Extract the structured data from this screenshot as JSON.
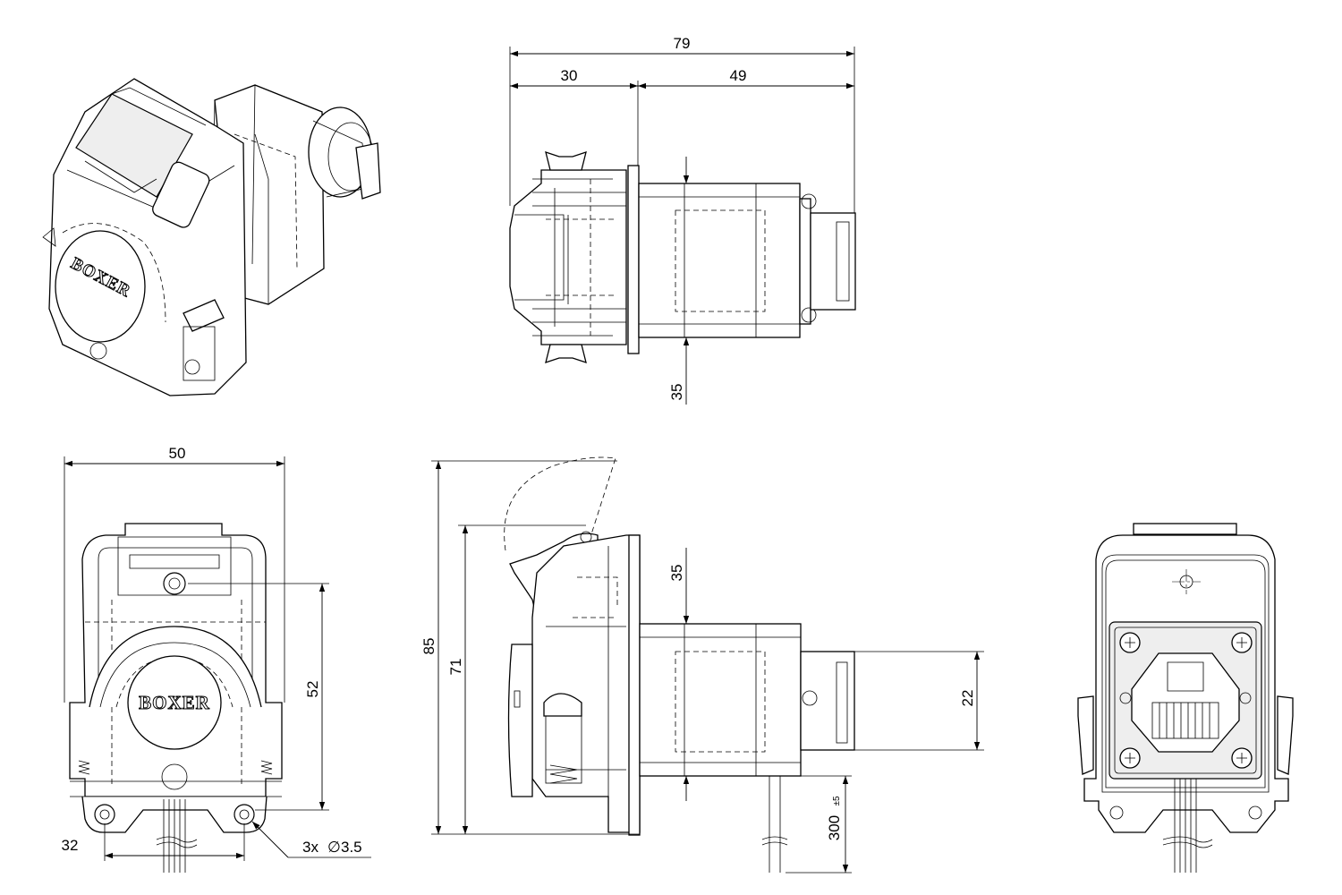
{
  "brand_label": "BOXER",
  "dimensions": {
    "overall_length": "79",
    "head_length": "30",
    "motor_length": "49",
    "motor_height_top": "35",
    "overall_width": "50",
    "mount_height": "52",
    "hole_spacing": "32",
    "hole_callout_count": "3x",
    "hole_callout_symbol": "∅",
    "hole_callout_diameter": "3.5",
    "overall_height": "85",
    "open_height": "71",
    "motor_height_side": "35",
    "connector_height": "22",
    "cable_length": "300",
    "cable_tolerance": "±5"
  },
  "views": [
    "iso-view",
    "top-view",
    "front-view",
    "side-view",
    "rear-view"
  ]
}
